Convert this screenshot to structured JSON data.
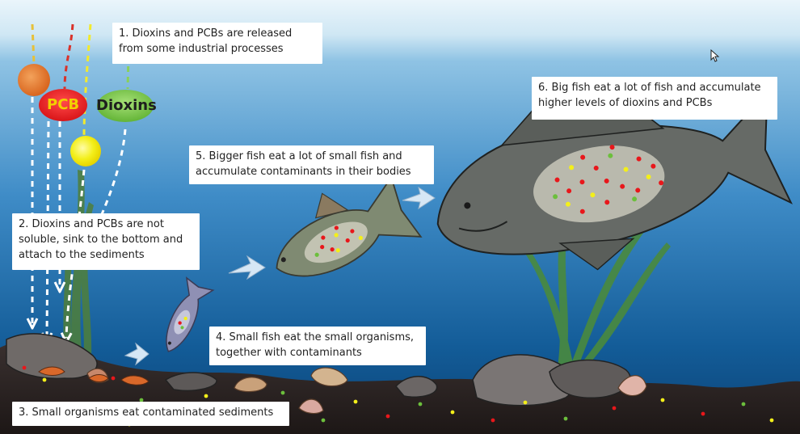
{
  "steps": {
    "step1": "1.  Dioxins and PCBs are released from some industrial processes",
    "step2": "2. Dioxins and PCBs are not soluble, sink to the bottom and attach to the sediments",
    "step3": "3. Small organisms eat contaminated sediments",
    "step4": "4. Small fish eat the small organisms, together with contaminants",
    "step5": "5. Bigger fish eat a lot of small fish and accumulate contaminants in their bodies",
    "step6": "6. Big fish eat a lot of fish and accumulate higher levels of dioxins and PCBs"
  },
  "labels": {
    "pcb": "PCB",
    "dioxins": "Dioxins"
  },
  "colors": {
    "pcb_red": "#e8171b",
    "pcb_text": "#f2d000",
    "dioxins_green": "#6cbf3c",
    "orange_particle": "#e47b2c",
    "yellow_particle": "#f3ef1a",
    "sky_top": "#e6f3fa",
    "water_deep": "#0d4f86",
    "sediment": "#2e2624"
  },
  "icons": [
    "orange-contaminant-ball-icon",
    "yellow-contaminant-ball-icon",
    "arrow-right-icon",
    "cursor-icon"
  ]
}
